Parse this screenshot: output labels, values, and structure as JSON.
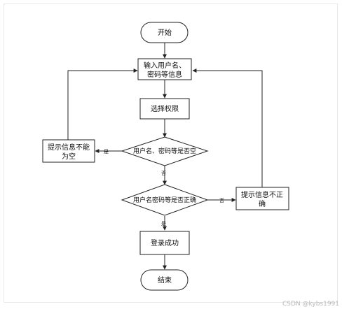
{
  "diagram": {
    "nodes": {
      "start": [
        "开始"
      ],
      "input": [
        "输入用户名、",
        "密码等信息"
      ],
      "select": [
        "选择权限"
      ],
      "check_empty": [
        "用户名、密码等是否空"
      ],
      "empty_tip": [
        "提示信息不能",
        "为空"
      ],
      "check_correct": [
        "用户名密码等是否正确"
      ],
      "wrong_tip": [
        "提示信息不正",
        "确"
      ],
      "success": [
        "登录成功"
      ],
      "end": [
        "结束"
      ]
    },
    "edge_labels": {
      "empty_yes": "是",
      "empty_no": "否",
      "correct_no": "否",
      "correct_yes": "是"
    }
  },
  "watermark": "CSDN @kybs1991"
}
